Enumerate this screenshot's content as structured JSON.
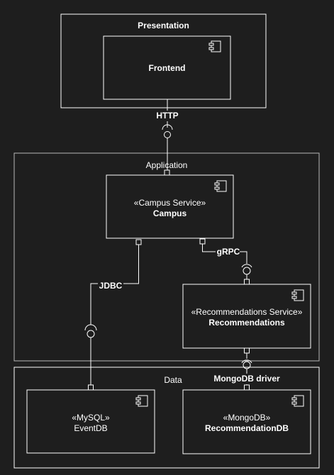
{
  "colors": {
    "background": "#1e1e1e",
    "stroke": "#ffffff",
    "text": "#ffffff"
  },
  "layers": {
    "presentation": "Presentation",
    "application": "Application",
    "data": "Data"
  },
  "components": {
    "frontend": {
      "stereotype": "",
      "name": "Frontend"
    },
    "campus": {
      "stereotype": "«Campus Service»",
      "name": "Campus"
    },
    "recommendations": {
      "stereotype": "«Recommendations Service»",
      "name": "Recommendations"
    },
    "eventdb": {
      "stereotype": "«MySQL»",
      "name": "EventDB"
    },
    "recommendationdb": {
      "stereotype": "«MongoDB»",
      "name": "RecommendationDB"
    }
  },
  "connectors": {
    "http": "HTTP",
    "grpc": "gRPC",
    "jdbc": "JDBC",
    "mongodb": "MongoDB driver"
  },
  "icons": {
    "component": "component-icon",
    "provided_interface": "lollipop-socket-icon"
  }
}
